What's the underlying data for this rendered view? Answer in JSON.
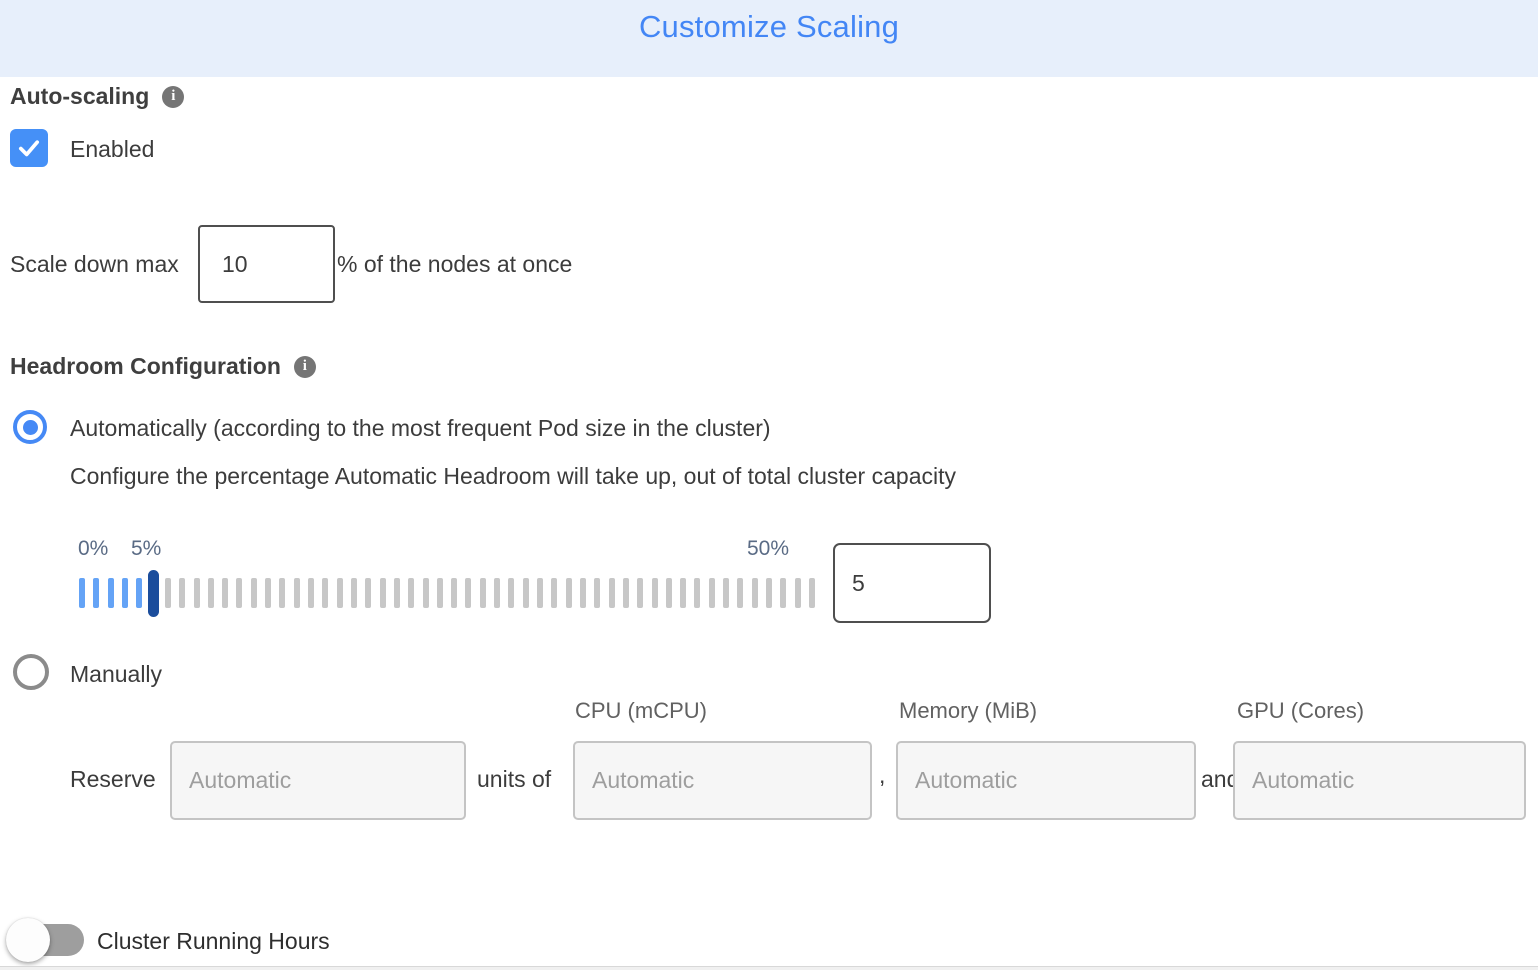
{
  "header": {
    "title": "Customize Scaling"
  },
  "auto_scaling": {
    "label": "Auto-scaling",
    "enabled_label": "Enabled",
    "checked": true
  },
  "scale_down": {
    "prefix": "Scale down max",
    "value": "10",
    "suffix": "% of the nodes at once"
  },
  "headroom": {
    "label": "Headroom Configuration",
    "auto_option": "Automatically (according to the most frequent Pod size in the cluster)",
    "auto_description": "Configure the percentage Automatic Headroom will take up, out of total cluster capacity",
    "manual_option": "Manually",
    "slider": {
      "min_label": "0%",
      "current_label": "5%",
      "max_label": "50%",
      "value": "5",
      "tick_count": 52,
      "blue_ticks": 6,
      "handle_index": 5
    }
  },
  "reserve": {
    "label": "Reserve",
    "units_of": "units of",
    "comma": ",",
    "and": "and",
    "placeholder": "Automatic",
    "columns": {
      "cpu": "CPU (mCPU)",
      "memory": "Memory (MiB)",
      "gpu": "GPU (Cores)"
    }
  },
  "cluster_running_hours": {
    "label": "Cluster Running Hours",
    "enabled": false
  },
  "colors": {
    "accent_blue": "#4386F5",
    "header_bg": "#E7EFFB",
    "tick_blue": "#64A3F6",
    "tick_gray": "#C7C7C7",
    "handle_navy": "#1B4D9C",
    "toggle_off_gray": "#9E9E9E"
  }
}
